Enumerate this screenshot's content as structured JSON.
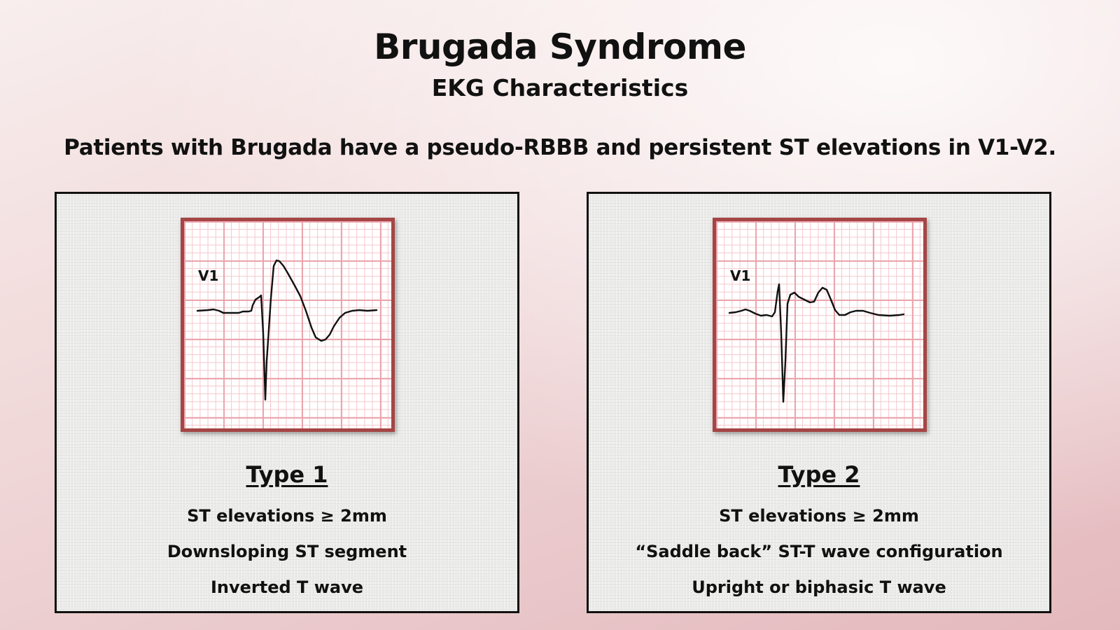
{
  "slide": {
    "title": "Brugada Syndrome",
    "subtitle": "EKG Characteristics",
    "lead_text": "Patients with Brugada have a pseudo-RBBB and persistent ST elevations in V1-V2."
  },
  "panels": [
    {
      "lead_label": "V1",
      "heading": "Type 1",
      "criteria": [
        "ST elevations ≥ 2mm",
        "Downsloping ST segment",
        "Inverted T wave"
      ],
      "trace": "coved ST elevation with inverted T wave"
    },
    {
      "lead_label": "V1",
      "heading": "Type 2",
      "criteria": [
        "ST elevations ≥ 2mm",
        "“Saddle back” ST-T wave configuration",
        "Upright or biphasic T wave"
      ],
      "trace": "saddle back ST-T wave"
    }
  ],
  "colors": {
    "ekg_frame": "#a54545",
    "ekg_grid_major": "#eba5ad",
    "ekg_grid_minor": "#f4c6cb",
    "trace": "#111111",
    "panel_border": "#111111"
  }
}
